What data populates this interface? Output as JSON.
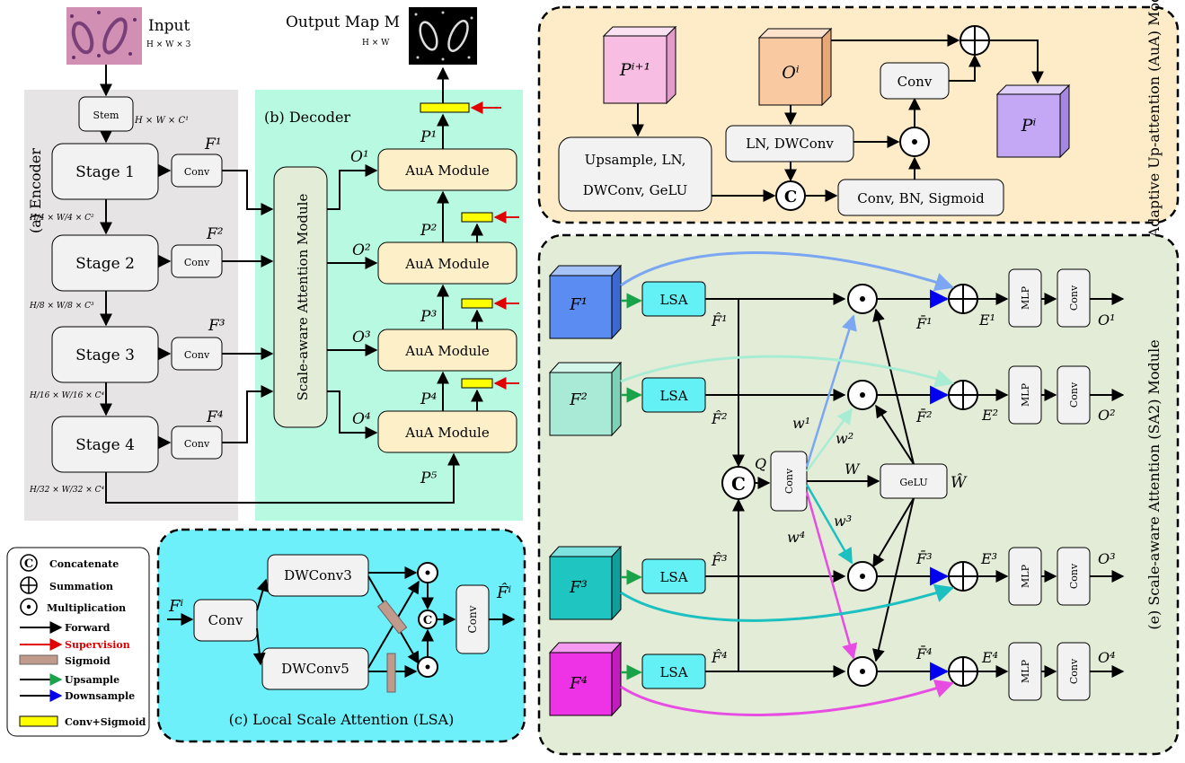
{
  "top": {
    "input_label": "Input",
    "input_dims": "H × W × 3",
    "output_label": "Output Map M",
    "output_dims": "H × W"
  },
  "encoder": {
    "title": "(a) Encoder",
    "stem": "Stem",
    "stem_dims": "H × W × C¹",
    "stages": [
      "Stage 1",
      "Stage 2",
      "Stage 3",
      "Stage 4"
    ],
    "stage_dims": [
      "H/4 × W/4 × C²",
      "H/8 × W/8 × C³",
      "H/16 × W/16 × C⁴",
      "H/32 × W/32 × C⁴"
    ],
    "conv": "Conv",
    "features": [
      "F¹",
      "F²",
      "F³",
      "F⁴"
    ]
  },
  "decoder": {
    "title": "(b) Decoder",
    "sam": "Scale-aware Attention Module",
    "auas": [
      "AuA Module",
      "AuA Module",
      "AuA Module",
      "AuA Module"
    ],
    "o_labels": [
      "O¹",
      "O²",
      "O³",
      "O⁴"
    ],
    "p_labels": [
      "P¹",
      "P²",
      "P³",
      "P⁴",
      "P⁵"
    ]
  },
  "legend": {
    "items": [
      "Concatenate",
      "Summation",
      "Multiplication",
      "Forward",
      "Supervision",
      "Sigmoid",
      "Upsample",
      "Downsample",
      "Conv+Sigmoid"
    ],
    "concat_symbol": "C"
  },
  "lsa": {
    "title": "(c) Local Scale Attention (LSA)",
    "input": "Fⁱ",
    "conv": "Conv",
    "dw3": "DWConv3",
    "dw5": "DWConv5",
    "conv2": "Conv",
    "output": "F̂ⁱ",
    "concat": "C"
  },
  "aua": {
    "title": "(d) Adaptive Up-attention (AuA) Module",
    "p_next": "Pⁱ⁺¹",
    "o_i": "Oⁱ",
    "p_i": "Pⁱ",
    "upsample": [
      "Upsample, LN,",
      "DWConv, GeLU"
    ],
    "ln": "LN, DWConv",
    "conv": "Conv",
    "conv_bn": "Conv, BN, Sigmoid",
    "concat": "C"
  },
  "sa2": {
    "title": "(e) Scale-aware Attention (SA2) Module",
    "f_in": [
      "F¹",
      "F²",
      "F³",
      "F⁴"
    ],
    "lsa": "LSA",
    "f_hat": [
      "F̂¹",
      "F̂²",
      "F̂³",
      "F̂⁴"
    ],
    "f_bar": [
      "F̄¹",
      "F̄²",
      "F̄³",
      "F̄⁴"
    ],
    "e": [
      "E¹",
      "E²",
      "E³",
      "E⁴"
    ],
    "o": [
      "O¹",
      "O²",
      "O³",
      "O⁴"
    ],
    "mlp": "MLP",
    "conv": "Conv",
    "q": "Q",
    "w": "W",
    "w_hat": "Ŵ",
    "w_i": [
      "w¹",
      "w²",
      "w³",
      "w⁴"
    ],
    "gelu": "GeLU",
    "concat": "C"
  },
  "colors": {
    "encoder_bg": "#e6e4e5",
    "decoder_bg": "#b8f9e2",
    "aua_module": "#fdf0c8",
    "aua_panel": "#fdecc7",
    "sa2_panel": "#e3ecd6",
    "lsa_panel": "#6ef0fb",
    "lsa_box": "#63f1f6",
    "yellow": "#ffff00",
    "red": "#e00000",
    "green": "#1aa24a",
    "blue": "#0000ee",
    "sigmoid_bar": "#c19a8c",
    "cube_f1": "#5b8cf2",
    "cube_f2": "#a8ead6",
    "cube_f3": "#1fc5c1",
    "cube_f4": "#ee33e6",
    "cube_p_next": "#f7bde3",
    "cube_o_i": "#f9c9a1",
    "cube_p_i": "#c4a8f6",
    "arrow_blue": "#7aa6f2",
    "arrow_mint": "#a8ecd4",
    "arrow_teal": "#1cc0c0",
    "arrow_magenta": "#e84de3"
  }
}
